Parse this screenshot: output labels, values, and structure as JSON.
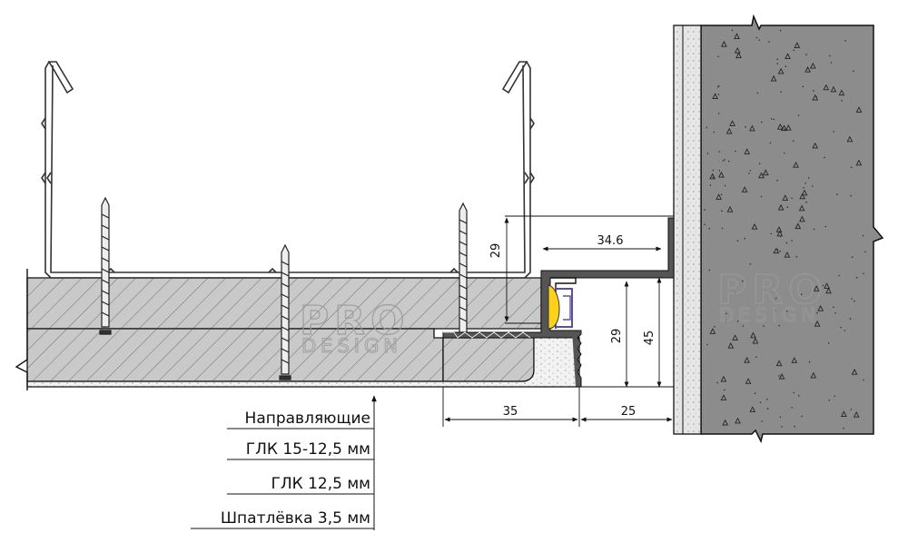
{
  "callouts": {
    "guides": "Направляющие",
    "gkl_1": "ГЛК 15-12,5 мм",
    "gkl_2": "ГЛК 12,5 мм",
    "putty": "Шпатлёвка 3,5 мм"
  },
  "dimensions": {
    "shelf_height": "29",
    "shelf_width": "34.6",
    "inner_height": "29",
    "total_height": "45",
    "base_width": "35",
    "offset_width": "25"
  },
  "watermark": {
    "line1": "PRO",
    "line2": "DESIGN"
  },
  "colors": {
    "concrete": "#8c8c8c",
    "plaster": "#e6e6e6",
    "drywall": "#c9c9c9",
    "putty": "#f2f2f2",
    "line": "#111111",
    "led": "#ffd21a"
  }
}
